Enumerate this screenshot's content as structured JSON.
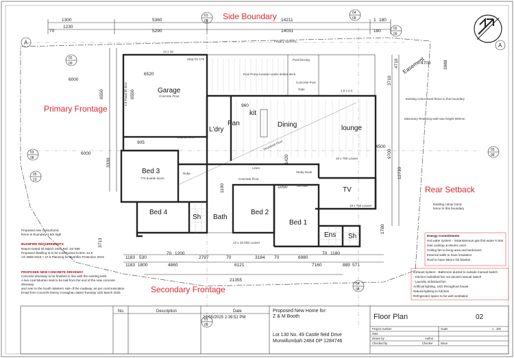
{
  "labels": {
    "side_boundary": "Side Boundary",
    "primary_frontage": "Primary Frontage",
    "secondary_frontage": "Secondary Frontage",
    "rear_setback": "Rear Setback",
    "easement": "Easement"
  },
  "rooms": {
    "garage": "Garage",
    "garage_sub": "Concrete Floor",
    "dining": "Dining",
    "lounge": "lounge",
    "ldry": "L'dry",
    "pan": "Pan",
    "kit": "kit",
    "bed3": "Bed 3",
    "bed4": "Bed 4",
    "bed2": "Bed 2",
    "bed1": "Bed 1",
    "sh1": "Sh",
    "bath": "Bath",
    "tv": "TV",
    "ens": "Ens",
    "sh2": "Sh",
    "robe": "Robe",
    "wir": "WiRobe",
    "study": "Study Nook",
    "linen": "Linen",
    "floor": "Concrete Floor",
    "door770": "770 double doors"
  },
  "dims": {
    "top": [
      "1300",
      "5360",
      "14211",
      "1",
      "180",
      "70",
      "1230",
      "5290",
      "14031",
      "180"
    ],
    "left": [
      "6000",
      "6550",
      "6520",
      "6550",
      "6000",
      "3330",
      "905",
      "4.8 Panel lift door"
    ],
    "right": [
      "3710",
      "4708",
      "4710",
      "3988",
      "4500",
      "9700",
      "12730",
      "1780"
    ],
    "bottom": [
      "1183",
      "530",
      "70",
      "1200",
      "2797",
      "70",
      "3184",
      "70",
      "6980",
      "70",
      "1180",
      "1183",
      "1800",
      "4860",
      "6121",
      "7160",
      "889",
      "571",
      "21355"
    ],
    "interior": [
      "960",
      "1100",
      "1050",
      "1420",
      "3713"
    ],
    "misc": [
      "12 x 18",
      "Step Dn 175",
      "Pool Pump location under timber deck",
      "Pool fencing",
      "Concrete Pool",
      "Gate",
      "Privacy Screens",
      "16 x 750 Louver",
      "1.8 x 2.4",
      "Step Dn 175",
      "Masonary Retaining wall max height 500mm",
      "Existing colour bond fence to this boundary",
      "Structural Floor",
      "12 x 18 Obs Louver",
      "18 x 750 Louver"
    ]
  },
  "grid_markers": {
    "A": "A",
    "c01": [
      "01",
      "09"
    ],
    "c02": [
      "02",
      "09"
    ],
    "c04": [
      "04",
      "08"
    ],
    "c03": [
      "03",
      "08"
    ],
    "c05": [
      "05",
      "10"
    ]
  },
  "notes": {
    "left": [
      "Proposed new Colourbond",
      "fence to boundary 1.8m high"
    ],
    "bushfire_title": "BUSHFIRE REQUIREMENTS",
    "bushfire": [
      "Report Dated 04 March 2025 Ref: 24/ 696",
      "Proposed dwelling is to be constructed to BAL-12.5",
      "AS 3959-2018 + s7.5 Planning for Bushfire Protection 2019"
    ],
    "driveway_title": "PROPOSED NEW CONCRETE DRIVEWAY",
    "driveway": [
      "Concrete driveway to be finished in line with the existing kerb.",
      "A two coat bitumen seal to be laid from the end of the new concrete",
      "driveway",
      "and over to the South Western side of the roadway, as per communication",
      "Email from Councils Danny Conaghan dated Tuesday 11th March 2025"
    ],
    "energy_title": "Energy Commitments",
    "energy": [
      "Hot water system - instantaneous gas first water 6 Star",
      "Gas cooktop & electric oven",
      "Ceiling fan to living area and bedrooms",
      "External walls to have insulation",
      "Roof to have 55mm foil blanket"
    ],
    "energy2": [
      "Exhaust system - Bathroom ducted to outside manual switch",
      "- Kitchen individual fan not ducted manual switch",
      "- Laundry individual fan",
      "Artificial lighting, LED throughout house",
      "Natural lighting to Kitchen",
      "Refrigerator space to be well ventilated"
    ],
    "right_fence": [
      "Existing colour bond",
      "fence to this boundary"
    ]
  },
  "title_block": {
    "col_no": "No.",
    "col_description": "Description",
    "col_date": "Date",
    "date_value": "21/05/2025 2:39:52 PM",
    "proposed": "Proposed New Home for:",
    "client": "Z & M Booth",
    "lot_line1": "Lot 130  No. 49 Castle field Drive",
    "lot_line2": "Murwillumbah 2484   DP 1284746",
    "sheet_title": "Floor Plan",
    "sheet_no": "02",
    "project_number_label": "Project number",
    "date_label": "Date",
    "drawn_label": "Drawn by",
    "drawn_value": "Author",
    "checked_label": "Checked by",
    "checker_value": "Checker",
    "scale_label": "Scale",
    "scale_value": "1 : 100",
    "issue_label": "Issue"
  },
  "colors": {
    "accent_red": "#d9262a",
    "ink": "#222222"
  },
  "icons": {
    "north_arrow": "north-arrow-icon"
  }
}
